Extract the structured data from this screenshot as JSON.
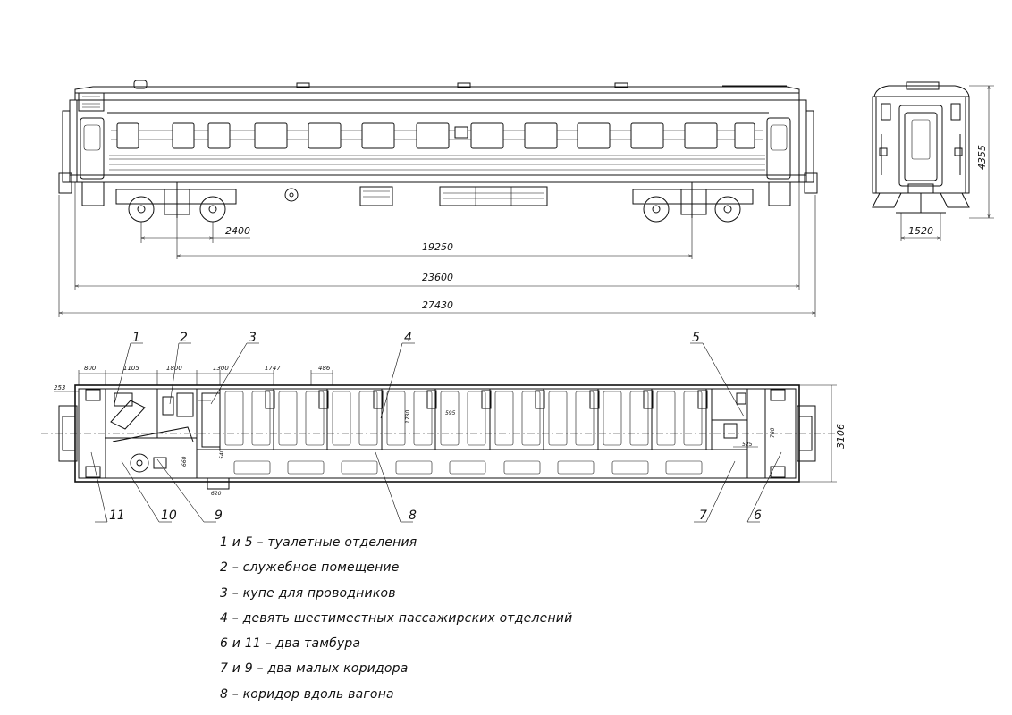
{
  "dimensions": {
    "bogie_base": "2400",
    "bogie_centers": "19250",
    "body_length": "23600",
    "coupler_length": "27430",
    "height": "4355",
    "gauge": "1520",
    "width": "3106",
    "d_800": "800",
    "d_1105": "1105",
    "d_1800": "1800",
    "d_1300": "1300",
    "d_1747": "1747",
    "d_486": "486",
    "d_253": "253",
    "d_1780": "1780",
    "d_595": "595",
    "d_540": "540",
    "d_660": "660",
    "d_620": "620",
    "d_525": "525",
    "d_780": "780"
  },
  "callouts": {
    "c1": "1",
    "c2": "2",
    "c3": "3",
    "c4": "4",
    "c5": "5",
    "c6": "6",
    "c7": "7",
    "c8": "8",
    "c9": "9",
    "c10": "10",
    "c11": "11"
  },
  "legend": [
    "1 и 5 – туалетные отделения",
    "2 –  служебное помещение",
    "3 – купе для проводников",
    "4 – девять шестиместных пассажирских отделений",
    "6 и 11 – два тамбура",
    "7 и 9 – два малых коридора",
    "8 – коридор вдоль вагона"
  ]
}
